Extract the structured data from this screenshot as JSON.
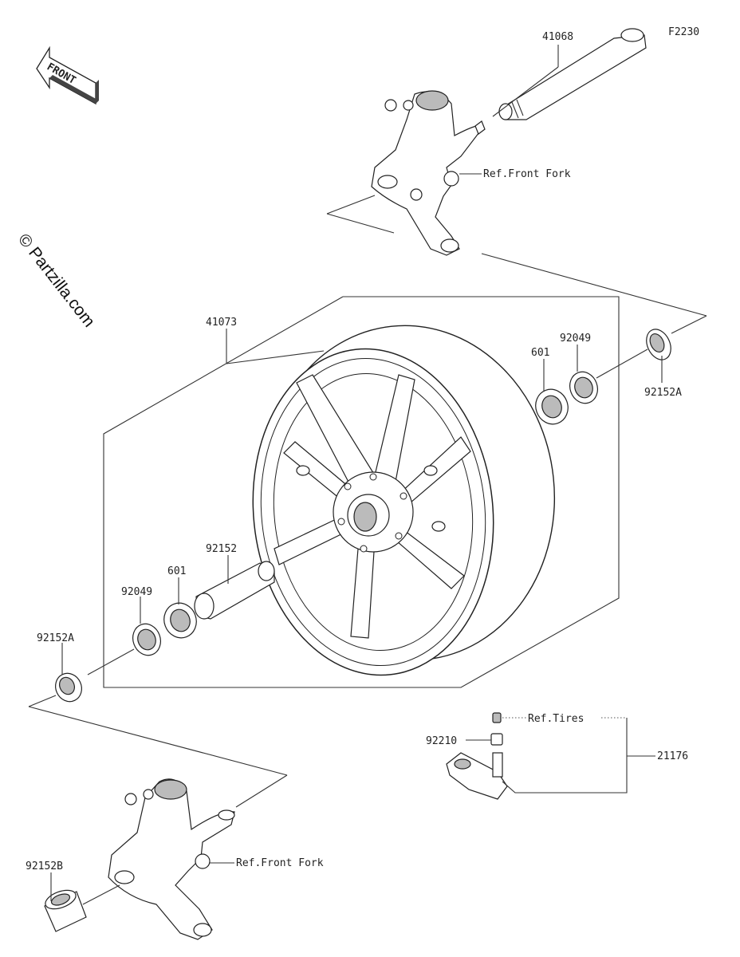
{
  "figure_code": "F2230",
  "watermark": "© Partzilla.com",
  "front_arrow": "FRONT",
  "labels": {
    "axle": "41068",
    "ref_fork_top": "Ref.Front Fork",
    "wheel": "41073",
    "bearing_right": "601",
    "seal_right": "92049",
    "collar_right": "92152A",
    "spacer": "92152",
    "bearing_left": "601",
    "seal_left": "92049",
    "collar_left": "92152A",
    "ref_tires": "Ref.Tires",
    "valve_cap": "92210",
    "valve_assy": "21176",
    "ref_fork_bottom": "Ref.Front Fork",
    "collar_bottom": "92152B"
  }
}
